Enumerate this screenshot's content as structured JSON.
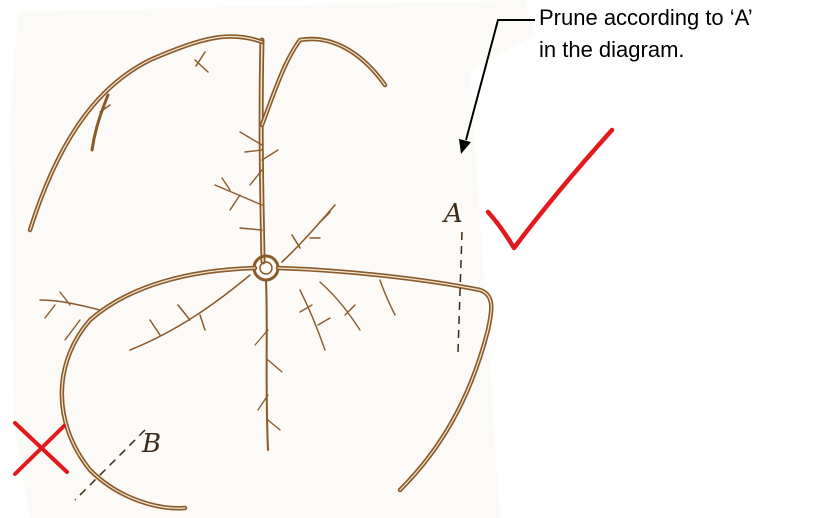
{
  "callout": {
    "line1": "Prune according to ‘A’",
    "line2": "in the diagram."
  },
  "labels": {
    "a": "A",
    "b": "B"
  },
  "colors": {
    "ink": "#8a5a2b",
    "ink_dark": "#5c3a1a",
    "paper": "#fbfaf6",
    "mark_red": "#e3191c",
    "arrow": "#000000"
  },
  "marks": {
    "correct": "check-mark-icon",
    "incorrect": "cross-mark-icon"
  }
}
